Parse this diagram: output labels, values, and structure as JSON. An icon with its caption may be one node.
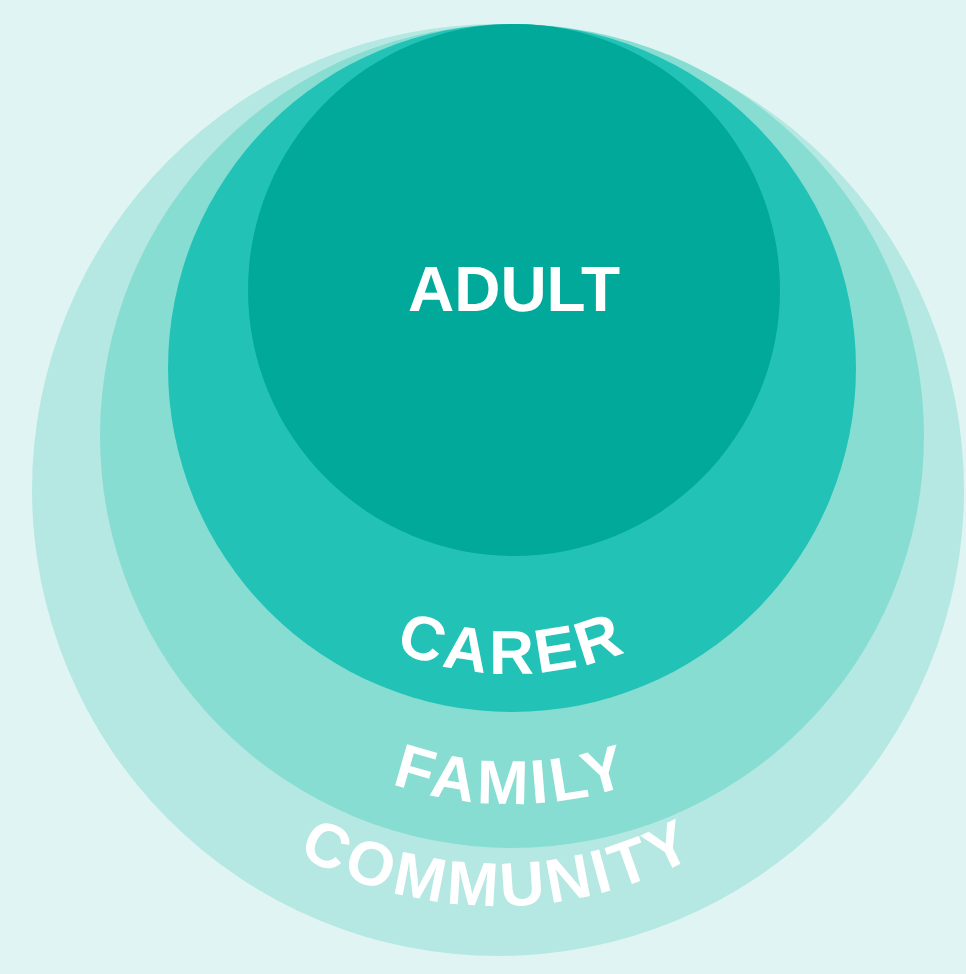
{
  "diagram": {
    "nodes": [
      {
        "text": [
          "COMMUNITY"
        ]
      },
      {
        "text": [
          "FAMILY"
        ],
        "in": 0
      },
      {
        "text": [
          "CARER"
        ],
        "in": 1
      },
      {
        "text": [
          "ADULT"
        ],
        "in": 2
      }
    ]
  }
}
